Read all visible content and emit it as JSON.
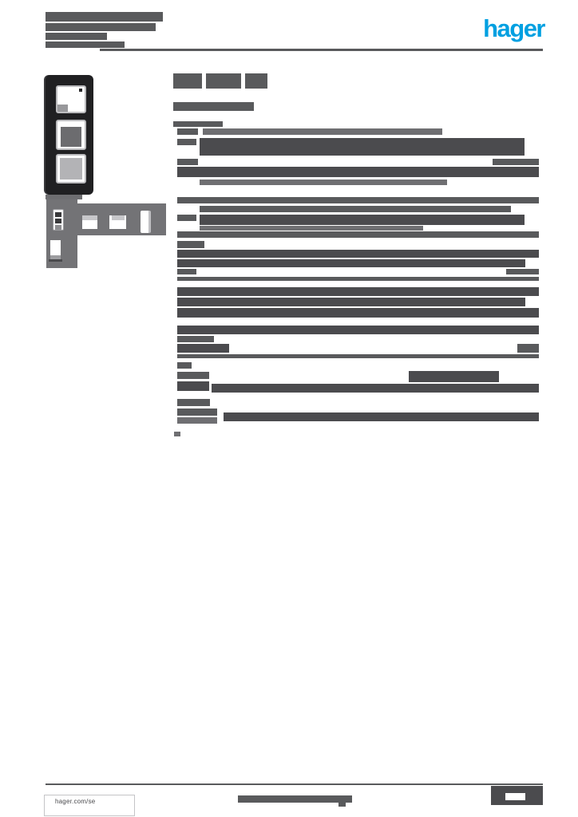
{
  "document": {
    "brand_logo": "hager",
    "footer_site": "hager.com/se"
  },
  "colors": {
    "page_bg": "#ffffff",
    "logo_blue": "#00a0e1",
    "bar_dark": "#4b4b4e",
    "bar_medium": "#595a5c",
    "bar_light": "#6f6f72",
    "photo_backdrop": "#737376",
    "frame_black": "#202022",
    "window_border": "#bcbcbf",
    "footer_text": "#4a4a4d"
  },
  "dividers": [
    [
      125,
      61,
      555,
      3
    ],
    [
      57,
      982,
      623,
      2
    ]
  ],
  "redacted_bars": [
    [
      57,
      15,
      147,
      12,
      "m"
    ],
    [
      57,
      29,
      138,
      10,
      "m"
    ],
    [
      57,
      41,
      77,
      9,
      "m"
    ],
    [
      57,
      52,
      99,
      8,
      "m"
    ],
    [
      217,
      92,
      36,
      19,
      "m"
    ],
    [
      258,
      92,
      44,
      19,
      "m"
    ],
    [
      307,
      92,
      28,
      19,
      "m"
    ],
    [
      217,
      128,
      101,
      11,
      "m"
    ],
    [
      217,
      152,
      62,
      7,
      "m"
    ],
    [
      222,
      161,
      26,
      8,
      "m"
    ],
    [
      254,
      161,
      300,
      8,
      "l"
    ],
    [
      222,
      174,
      24,
      8,
      "m"
    ],
    [
      250,
      173,
      407,
      22,
      "d"
    ],
    [
      222,
      199,
      26,
      8,
      "m"
    ],
    [
      617,
      199,
      58,
      8,
      "m"
    ],
    [
      222,
      209,
      453,
      13,
      "d"
    ],
    [
      250,
      225,
      310,
      7,
      "l"
    ],
    [
      222,
      247,
      453,
      8,
      "m"
    ],
    [
      250,
      258,
      390,
      8,
      "m"
    ],
    [
      222,
      269,
      24,
      8,
      "m"
    ],
    [
      250,
      269,
      407,
      13,
      "d"
    ],
    [
      250,
      283,
      280,
      6,
      "l"
    ],
    [
      222,
      290,
      453,
      8,
      "m"
    ],
    [
      222,
      302,
      34,
      9,
      "m"
    ],
    [
      222,
      313,
      453,
      10,
      "d"
    ],
    [
      222,
      325,
      436,
      10,
      "d"
    ],
    [
      222,
      337,
      24,
      7,
      "m"
    ],
    [
      634,
      337,
      41,
      7,
      "m"
    ],
    [
      222,
      347,
      453,
      5,
      "m"
    ],
    [
      222,
      360,
      453,
      11,
      "d"
    ],
    [
      222,
      373,
      436,
      11,
      "d"
    ],
    [
      222,
      386,
      453,
      12,
      "d"
    ],
    [
      222,
      408,
      453,
      11,
      "d"
    ],
    [
      222,
      421,
      46,
      8,
      "m"
    ],
    [
      222,
      431,
      65,
      11,
      "d"
    ],
    [
      648,
      431,
      27,
      11,
      "m"
    ],
    [
      222,
      444,
      453,
      5,
      "m"
    ],
    [
      222,
      454,
      18,
      8,
      "m"
    ],
    [
      222,
      466,
      40,
      9,
      "m"
    ],
    [
      512,
      465,
      113,
      14,
      "d"
    ],
    [
      222,
      478,
      40,
      12,
      "d"
    ],
    [
      265,
      481,
      410,
      11,
      "d"
    ],
    [
      222,
      500,
      41,
      9,
      "m"
    ],
    [
      222,
      512,
      50,
      9,
      "m"
    ],
    [
      280,
      517,
      395,
      11,
      "d"
    ],
    [
      222,
      523,
      50,
      8,
      "l"
    ],
    [
      218,
      541,
      8,
      6,
      "l"
    ],
    [
      298,
      997,
      143,
      9,
      "m"
    ],
    [
      424,
      1006,
      9,
      5,
      "m"
    ],
    [
      615,
      985,
      65,
      24,
      "d"
    ],
    [
      633,
      994,
      25,
      9,
      "w"
    ]
  ]
}
